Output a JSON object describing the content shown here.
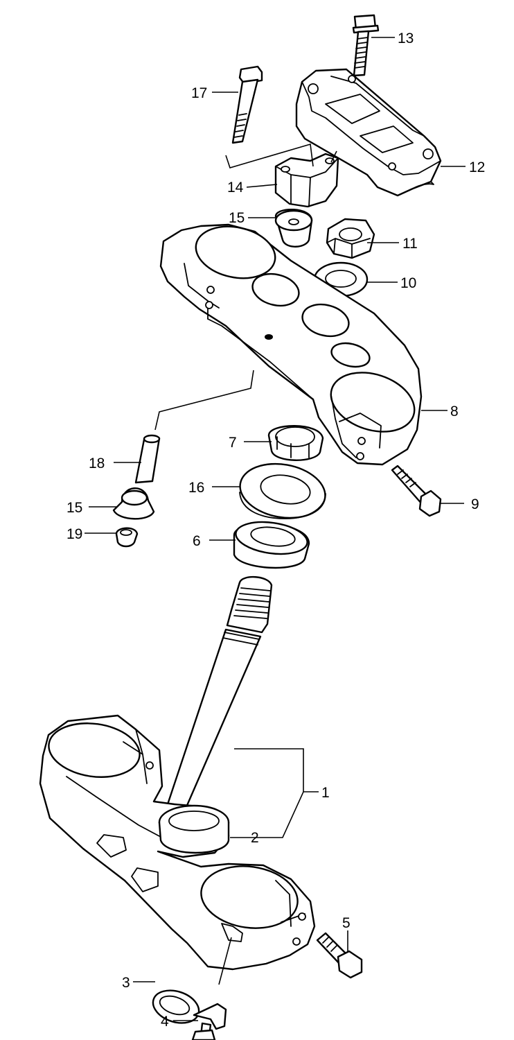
{
  "callouts": {
    "c1": "1",
    "c2": "2",
    "c3": "3",
    "c4": "4",
    "c5": "5",
    "c6": "6",
    "c7": "7",
    "c8": "8",
    "c9": "9",
    "c10": "10",
    "c11": "11",
    "c12": "12",
    "c13": "13",
    "c14": "14",
    "c15a": "15",
    "c15b": "15",
    "c16": "16",
    "c17": "17",
    "c18": "18",
    "c19": "19"
  }
}
